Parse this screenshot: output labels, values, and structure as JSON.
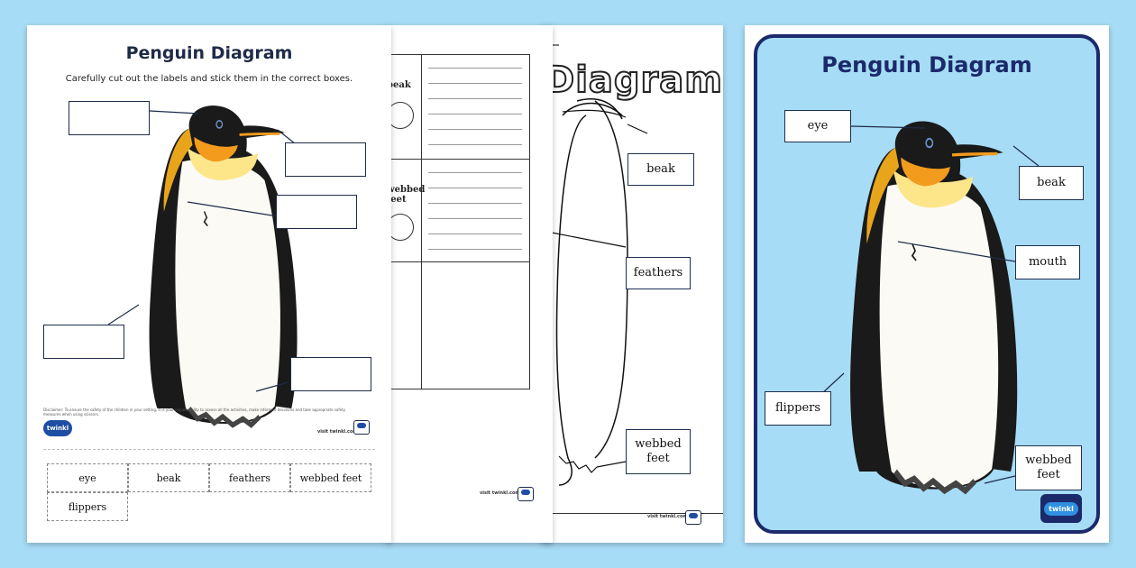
{
  "back_sheet": {
    "title": "Diagram",
    "labels": {
      "beak": "beak",
      "feathers": "feathers",
      "webbed_feet": "webbed feet"
    },
    "footer_url": "visit twinkl.com"
  },
  "middle_sheet": {
    "rows": [
      {
        "label": "beak"
      },
      {
        "label": "webbed feet"
      }
    ],
    "footer_url": "visit twinkl.com"
  },
  "worksheet": {
    "title": "Penguin Diagram",
    "instruction": "Carefully cut out the labels and stick them in the correct boxes.",
    "disclaimer": "Disclaimer: To ensure the safety of the children in your setting, it is your responsibility to assess all the activities, make informed decisions and take appropriate safety measures when using scissors.",
    "footer_url": "visit twinkl.com",
    "logo": "twinkl",
    "cut_labels": [
      "eye",
      "beak",
      "feathers",
      "webbed feet",
      "flippers"
    ]
  },
  "poster": {
    "title": "Penguin Diagram",
    "labels": {
      "eye": "eye",
      "beak": "beak",
      "mouth": "mouth",
      "flippers": "flippers",
      "webbed_feet": "webbed feet"
    },
    "logo": "twinkl"
  },
  "colors": {
    "background": "#a7dcf7",
    "poster_fill": "#a6dcf6",
    "navy": "#1b2a6b",
    "penguin_black": "#1a1a1a",
    "penguin_belly": "#fbfaf4",
    "throat_orange": "#f29b1d",
    "chest_yellow": "#fde58a"
  }
}
